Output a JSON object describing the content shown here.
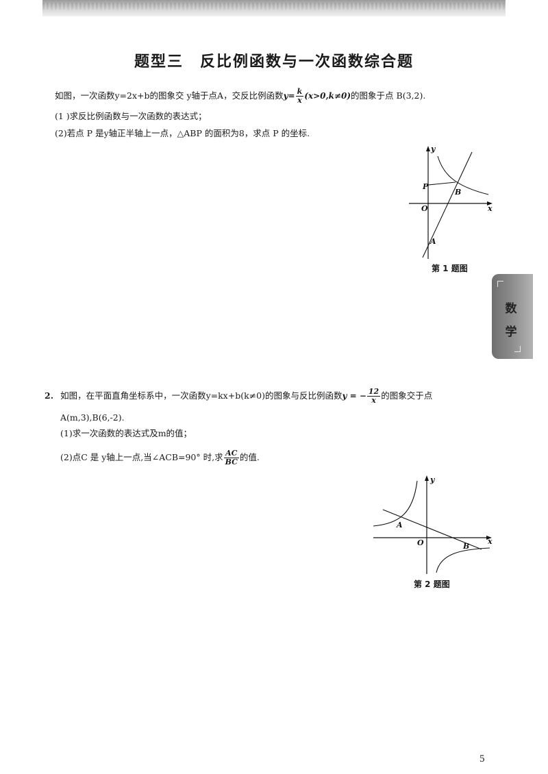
{
  "header": {
    "title": "题型三　反比例函数与一次函数综合题"
  },
  "q1": {
    "stem_a": "如图，一次函数y=2x+b的图象交 y轴于点A，交反比例函数",
    "formula_lhs": "y=",
    "formula_num": "k",
    "formula_den": "x",
    "formula_cond": "(x>0,k≠0)",
    "stem_b": "的图象于点 B(3,2).",
    "part1": "(1 )求反比例函数与一次函数的表达式；",
    "part2": "(2)若点 P 是y轴正半轴上一点，△ABP 的面积为8，求点 P 的坐标.",
    "figure": {
      "caption": "第 1 题图",
      "labels": {
        "y": "y",
        "x": "x",
        "o": "O",
        "p": "P",
        "b": "B",
        "a": "A"
      }
    }
  },
  "q2": {
    "number": "2.",
    "stem_a": "如图，在平面直角坐标系中，一次函数y=kx+b(k≠0)的图象与反比例函数",
    "formula_lhs": "y = −",
    "formula_num": "12",
    "formula_den": "x",
    "stem_b": "的图象交于点",
    "line2": "A(m,3),B(6,-2).",
    "part1": "(1)求一次函数的表达式及m的值；",
    "part2_a": "(2)点C 是 y轴上一点,当∠ACB=90° 时,求",
    "ratio_num": "AC",
    "ratio_den": "BC",
    "part2_b": "的值.",
    "figure": {
      "caption": "第 2 题图",
      "labels": {
        "y": "y",
        "x": "x",
        "o": "O",
        "a": "A",
        "b": "B"
      }
    }
  },
  "side_tab": {
    "char1": "数",
    "char2": "学"
  },
  "page_number": "5"
}
